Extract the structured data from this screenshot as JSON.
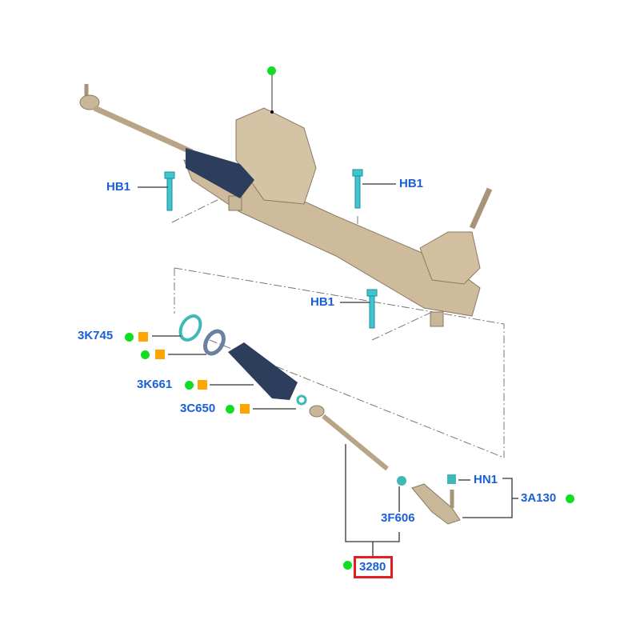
{
  "colors": {
    "label": "#1a5fd6",
    "available": "#11dd22",
    "note": "#ffa500",
    "highlight": "#e02020",
    "part": "#c9b79a",
    "boot": "#2c3e5c",
    "clip": "#3fb9b5"
  },
  "labels": {
    "hb1_left": "HB1",
    "hb1_right": "HB1",
    "hb1_middle": "HB1",
    "k745": "3K745",
    "k661": "3K661",
    "c650": "3C650",
    "f606": "3F606",
    "hn1": "HN1",
    "a130": "3A130",
    "p3280": "3280"
  }
}
